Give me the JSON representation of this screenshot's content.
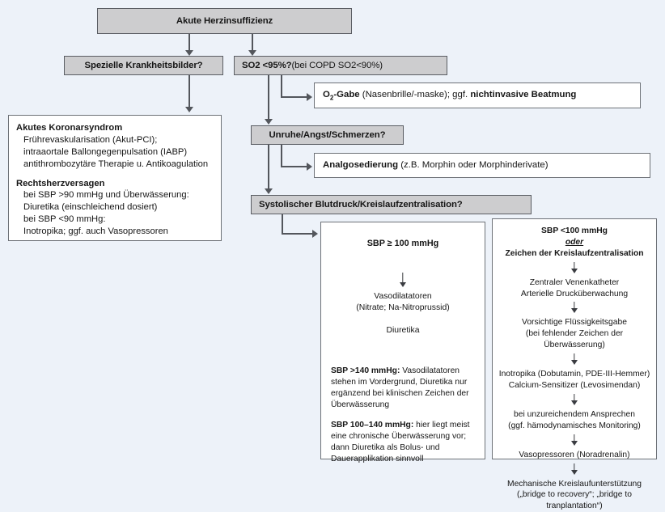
{
  "theme": {
    "background": "#edf2f9",
    "gray_box_fill": "#cdcdcf",
    "gray_box_border": "#5a5d63",
    "white_box_fill": "#ffffff",
    "white_box_border": "#6e7278",
    "connector": "#53565c",
    "text": "#161616"
  },
  "nodes": {
    "root": "Akute Herzinsuffizienz",
    "special": "Spezielle Krankheitsbilder?",
    "so2": {
      "bold": "SO2 <95%?",
      "rest": " (bei COPD SO2<90%)"
    },
    "o2_gabe": {
      "bold_pre": "O",
      "sub": "2",
      "bold_post": "-Gabe",
      "mid": " (Nasenbrille/-maske); ggf. ",
      "bold_end": "nichtinvasive Beatmung"
    },
    "unruhe": "Unruhe/Angst/Schmerzen?",
    "analgo": {
      "bold": "Analgosedierung",
      "rest": " (z.B. Morphin oder Morphinderivate)"
    },
    "systolisch": "Systolischer Blutdruck/Kreislaufzentralisation?"
  },
  "panel_left": {
    "section1_title": "Akutes Koronarsyndrom",
    "section1_lines": [
      "Frührevaskularisation (Akut-PCI);",
      "intraaortale Ballongegenpulsation (IABP)",
      "antithrombozytäre Therapie u. Antikoagulation"
    ],
    "section2_title": "Rechtsherzversagen",
    "section2_lines": [
      "bei SBP >90 mmHg und Überwässerung:",
      "Diuretika (einschleichend dosiert)",
      "bei SBP <90 mmHg:",
      "Inotropika; ggf. auch Vasopressoren"
    ]
  },
  "panel_mid": {
    "title": "SBP ≥ 100 mmHg",
    "step1_line1": "Vasodilatatoren",
    "step1_line2": "(Nitrate; Na-Nitroprussid)",
    "step2": "Diuretika",
    "note1_bold": "SBP >140 mmHg:",
    "note1_text": " Vasodilatatoren stehen im Vordergrund, Diuretika nur ergänzend bei klinischen Zeichen der Überwässerung",
    "note2_bold": "SBP 100–140 mmHg:",
    "note2_text": " hier liegt meist eine chronische Überwässerung vor; dann Diuretika als Bolus- und Dauerapplikation sinnvoll"
  },
  "panel_right": {
    "title_line1": "SBP <100 mmHg",
    "title_oder": "oder",
    "title_line3": "Zeichen der Kreislaufzentralisation",
    "step1_line1": "Zentraler Venenkatheter",
    "step1_line2": "Arterielle Drucküberwachung",
    "step2_line1": "Vorsichtige Flüssigkeitsgabe",
    "step2_line2": "(bei fehlender  Zeichen der Überwässerung)",
    "step3_line1": "Inotropika (Dobutamin, PDE-III-Hemmer)",
    "step3_line2": "Calcium-Sensitizer (Levosimendan)",
    "step4_line1": "bei unzureichendem Ansprechen",
    "step4_line2": "(ggf. hämodynamisches Monitoring)",
    "step5_line1": "Vasopressoren (Noradrenalin)",
    "step6_line1": "Mechanische Kreislaufunterstützung",
    "step6_line2": "(„bridge to recovery“; „bridge to tranplantation“)"
  }
}
